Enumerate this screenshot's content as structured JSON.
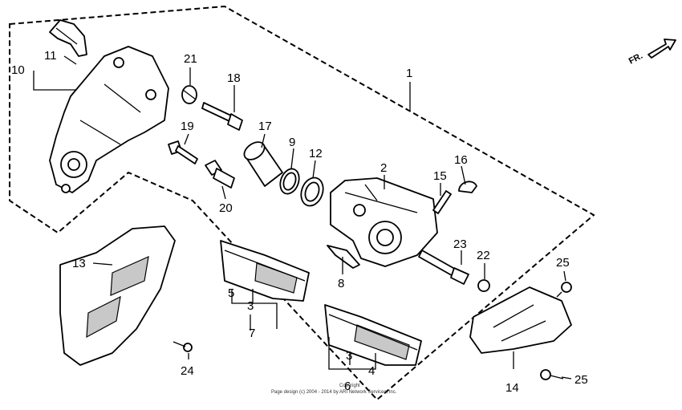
{
  "diagram": {
    "direction_marker": "FR.",
    "copyright": "Page design (c) 2004 - 2014 by ARI Network Services, Inc.",
    "copyright_top": "Copyright",
    "callouts": [
      {
        "id": "c1",
        "text": "1"
      },
      {
        "id": "c2",
        "text": "2"
      },
      {
        "id": "c3a",
        "text": "3"
      },
      {
        "id": "c3b",
        "text": "3"
      },
      {
        "id": "c4",
        "text": "4"
      },
      {
        "id": "c5",
        "text": "5"
      },
      {
        "id": "c6",
        "text": "6"
      },
      {
        "id": "c7",
        "text": "7"
      },
      {
        "id": "c8",
        "text": "8"
      },
      {
        "id": "c9",
        "text": "9"
      },
      {
        "id": "c10",
        "text": "10"
      },
      {
        "id": "c11",
        "text": "11"
      },
      {
        "id": "c12",
        "text": "12"
      },
      {
        "id": "c13",
        "text": "13"
      },
      {
        "id": "c14",
        "text": "14"
      },
      {
        "id": "c15",
        "text": "15"
      },
      {
        "id": "c16",
        "text": "16"
      },
      {
        "id": "c17",
        "text": "17"
      },
      {
        "id": "c18",
        "text": "18"
      },
      {
        "id": "c19",
        "text": "19"
      },
      {
        "id": "c20",
        "text": "20"
      },
      {
        "id": "c21",
        "text": "21"
      },
      {
        "id": "c22",
        "text": "22"
      },
      {
        "id": "c23",
        "text": "23"
      },
      {
        "id": "c24",
        "text": "24"
      },
      {
        "id": "c25a",
        "text": "25"
      },
      {
        "id": "c25b",
        "text": "25"
      }
    ]
  }
}
